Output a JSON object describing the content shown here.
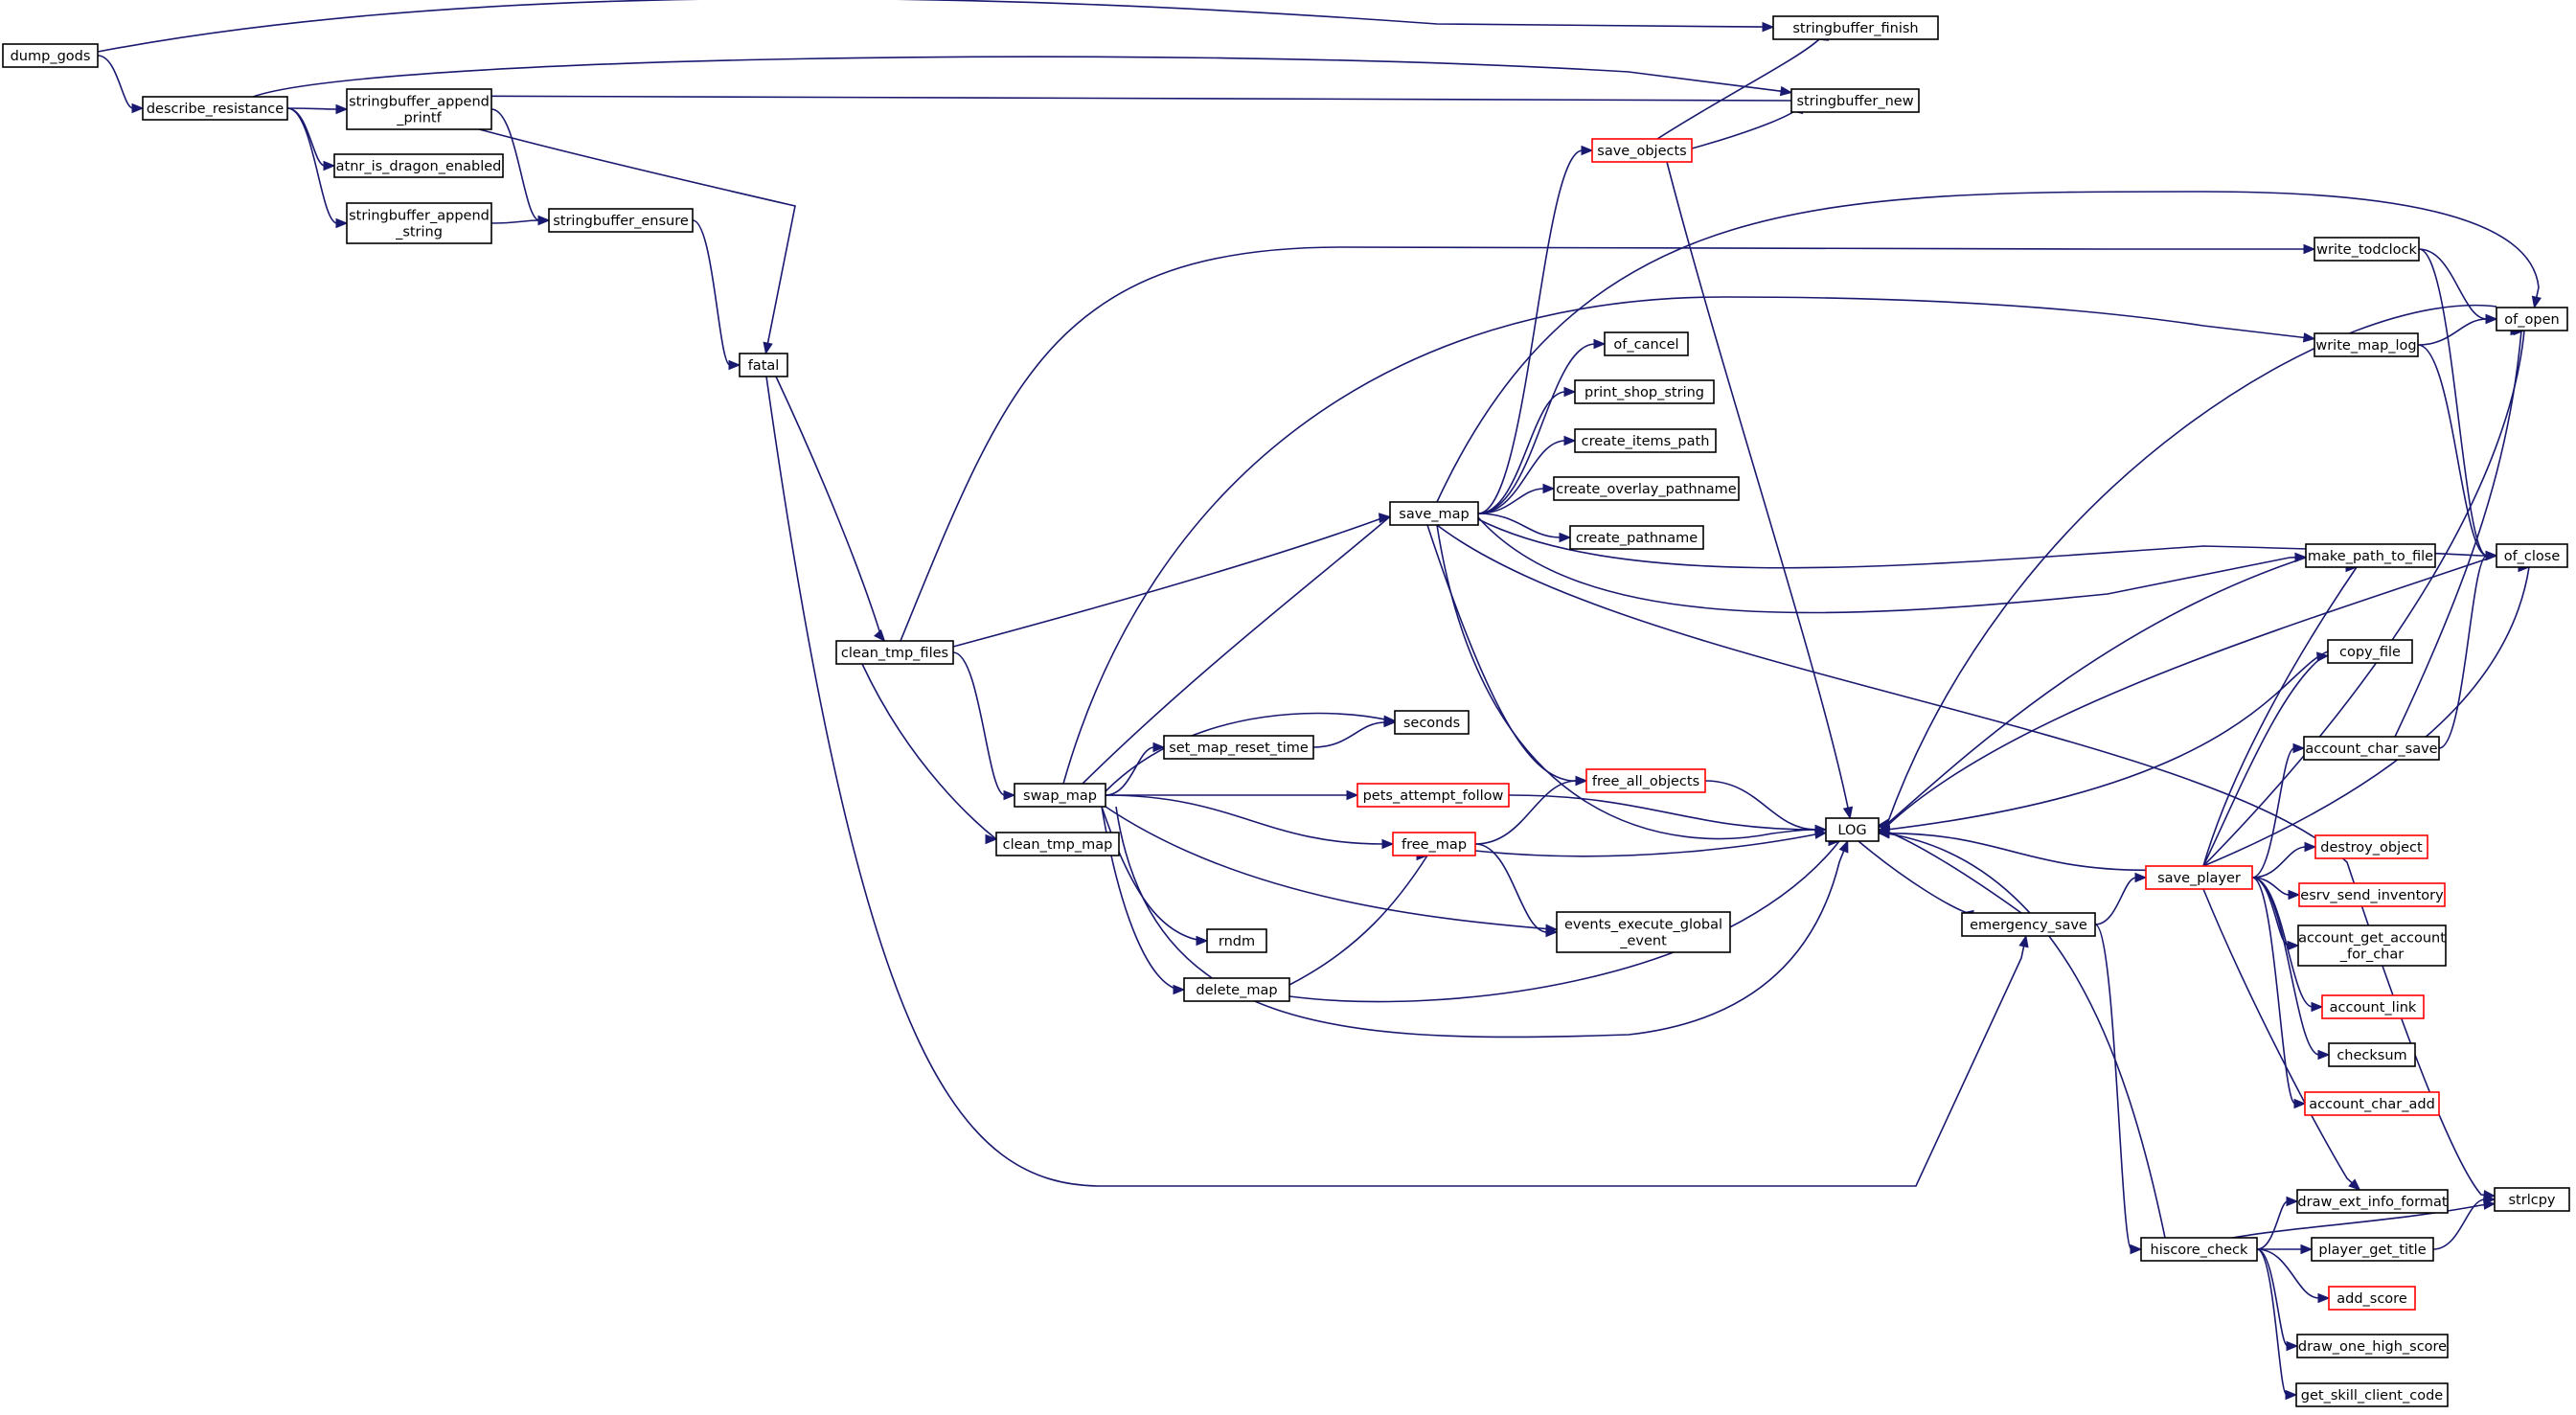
{
  "colors": {
    "edge": "#191970",
    "node_border": "#000000",
    "node_border_truncated": "#ff0000",
    "root_fill": "#bfbfbf",
    "node_fill": "#ffffff"
  },
  "nodes": {
    "dump_gods": {
      "lines": [
        "dump_gods"
      ],
      "style": "root"
    },
    "describe_resistance": {
      "lines": [
        "describe_resistance"
      ],
      "style": "normal"
    },
    "stringbuffer_finish": {
      "lines": [
        "stringbuffer_finish"
      ],
      "style": "normal"
    },
    "stringbuffer_new": {
      "lines": [
        "stringbuffer_new"
      ],
      "style": "normal"
    },
    "stringbuffer_append_printf": {
      "lines": [
        "stringbuffer_append",
        "_printf"
      ],
      "style": "normal"
    },
    "atnr_is_dragon_enabled": {
      "lines": [
        "atnr_is_dragon_enabled"
      ],
      "style": "normal"
    },
    "stringbuffer_append_string": {
      "lines": [
        "stringbuffer_append",
        "_string"
      ],
      "style": "normal"
    },
    "stringbuffer_ensure": {
      "lines": [
        "stringbuffer_ensure"
      ],
      "style": "normal"
    },
    "fatal": {
      "lines": [
        "fatal"
      ],
      "style": "normal"
    },
    "clean_tmp_files": {
      "lines": [
        "clean_tmp_files"
      ],
      "style": "normal"
    },
    "swap_map": {
      "lines": [
        "swap_map"
      ],
      "style": "normal"
    },
    "clean_tmp_map": {
      "lines": [
        "clean_tmp_map"
      ],
      "style": "normal"
    },
    "save_objects": {
      "lines": [
        "save_objects"
      ],
      "style": "truncated"
    },
    "save_map": {
      "lines": [
        "save_map"
      ],
      "style": "normal"
    },
    "of_cancel": {
      "lines": [
        "of_cancel"
      ],
      "style": "normal"
    },
    "print_shop_string": {
      "lines": [
        "print_shop_string"
      ],
      "style": "normal"
    },
    "create_items_path": {
      "lines": [
        "create_items_path"
      ],
      "style": "normal"
    },
    "create_overlay_pathname": {
      "lines": [
        "create_overlay_pathname"
      ],
      "style": "normal"
    },
    "create_pathname": {
      "lines": [
        "create_pathname"
      ],
      "style": "normal"
    },
    "seconds": {
      "lines": [
        "seconds"
      ],
      "style": "normal"
    },
    "set_map_reset_time": {
      "lines": [
        "set_map_reset_time"
      ],
      "style": "normal"
    },
    "pets_attempt_follow": {
      "lines": [
        "pets_attempt_follow"
      ],
      "style": "truncated"
    },
    "free_all_objects": {
      "lines": [
        "free_all_objects"
      ],
      "style": "truncated"
    },
    "free_map": {
      "lines": [
        "free_map"
      ],
      "style": "truncated"
    },
    "events_execute_global_event": {
      "lines": [
        "events_execute_global",
        "_event"
      ],
      "style": "normal"
    },
    "rndm": {
      "lines": [
        "rndm"
      ],
      "style": "normal"
    },
    "delete_map": {
      "lines": [
        "delete_map"
      ],
      "style": "normal"
    },
    "LOG": {
      "lines": [
        "LOG"
      ],
      "style": "normal"
    },
    "emergency_save": {
      "lines": [
        "emergency_save"
      ],
      "style": "normal"
    },
    "write_todclock": {
      "lines": [
        "write_todclock"
      ],
      "style": "normal"
    },
    "write_map_log": {
      "lines": [
        "write_map_log"
      ],
      "style": "normal"
    },
    "of_open": {
      "lines": [
        "of_open"
      ],
      "style": "normal"
    },
    "of_close": {
      "lines": [
        "of_close"
      ],
      "style": "normal"
    },
    "make_path_to_file": {
      "lines": [
        "make_path_to_file"
      ],
      "style": "normal"
    },
    "copy_file": {
      "lines": [
        "copy_file"
      ],
      "style": "normal"
    },
    "account_char_save": {
      "lines": [
        "account_char_save"
      ],
      "style": "normal"
    },
    "save_player": {
      "lines": [
        "save_player"
      ],
      "style": "truncated"
    },
    "destroy_object": {
      "lines": [
        "destroy_object"
      ],
      "style": "truncated"
    },
    "esrv_send_inventory": {
      "lines": [
        "esrv_send_inventory"
      ],
      "style": "truncated"
    },
    "account_get_account_for_char": {
      "lines": [
        "account_get_account",
        "_for_char"
      ],
      "style": "normal"
    },
    "account_link": {
      "lines": [
        "account_link"
      ],
      "style": "truncated"
    },
    "checksum": {
      "lines": [
        "checksum"
      ],
      "style": "normal"
    },
    "account_char_add": {
      "lines": [
        "account_char_add"
      ],
      "style": "truncated"
    },
    "strlcpy": {
      "lines": [
        "strlcpy"
      ],
      "style": "normal"
    },
    "draw_ext_info_format": {
      "lines": [
        "draw_ext_info_format"
      ],
      "style": "normal"
    },
    "hiscore_check": {
      "lines": [
        "hiscore_check"
      ],
      "style": "normal"
    },
    "player_get_title": {
      "lines": [
        "player_get_title"
      ],
      "style": "normal"
    },
    "add_score": {
      "lines": [
        "add_score"
      ],
      "style": "truncated"
    },
    "draw_one_high_score": {
      "lines": [
        "draw_one_high_score"
      ],
      "style": "normal"
    },
    "get_skill_client_code": {
      "lines": [
        "get_skill_client_code"
      ],
      "style": "normal"
    }
  },
  "edges": [
    [
      "dump_gods",
      "describe_resistance"
    ],
    [
      "dump_gods",
      "stringbuffer_finish"
    ],
    [
      "describe_resistance",
      "stringbuffer_new"
    ],
    [
      "describe_resistance",
      "stringbuffer_append_printf"
    ],
    [
      "describe_resistance",
      "atnr_is_dragon_enabled"
    ],
    [
      "describe_resistance",
      "stringbuffer_append_string"
    ],
    [
      "stringbuffer_append_printf",
      "stringbuffer_ensure"
    ],
    [
      "stringbuffer_append_string",
      "stringbuffer_ensure"
    ],
    [
      "stringbuffer_ensure",
      "fatal"
    ],
    [
      "stringbuffer_new",
      "fatal"
    ],
    [
      "fatal",
      "clean_tmp_files"
    ],
    [
      "fatal",
      "emergency_save"
    ],
    [
      "clean_tmp_files",
      "save_map"
    ],
    [
      "clean_tmp_files",
      "swap_map"
    ],
    [
      "clean_tmp_files",
      "clean_tmp_map"
    ],
    [
      "clean_tmp_files",
      "write_todclock"
    ],
    [
      "swap_map",
      "save_map"
    ],
    [
      "swap_map",
      "seconds"
    ],
    [
      "swap_map",
      "set_map_reset_time"
    ],
    [
      "swap_map",
      "pets_attempt_follow"
    ],
    [
      "swap_map",
      "free_map"
    ],
    [
      "swap_map",
      "events_execute_global_event"
    ],
    [
      "swap_map",
      "rndm"
    ],
    [
      "swap_map",
      "delete_map"
    ],
    [
      "swap_map",
      "LOG"
    ],
    [
      "swap_map",
      "write_map_log"
    ],
    [
      "set_map_reset_time",
      "seconds"
    ],
    [
      "save_map",
      "save_objects"
    ],
    [
      "save_map",
      "of_open"
    ],
    [
      "save_map",
      "of_cancel"
    ],
    [
      "save_map",
      "print_shop_string"
    ],
    [
      "save_map",
      "create_items_path"
    ],
    [
      "save_map",
      "create_overlay_pathname"
    ],
    [
      "save_map",
      "create_pathname"
    ],
    [
      "save_map",
      "of_close"
    ],
    [
      "save_map",
      "make_path_to_file"
    ],
    [
      "save_map",
      "free_all_objects"
    ],
    [
      "save_map",
      "LOG"
    ],
    [
      "save_map",
      "strlcpy"
    ],
    [
      "save_objects",
      "stringbuffer_finish"
    ],
    [
      "save_objects",
      "stringbuffer_new"
    ],
    [
      "save_objects",
      "LOG"
    ],
    [
      "pets_attempt_follow",
      "LOG"
    ],
    [
      "free_all_objects",
      "LOG"
    ],
    [
      "free_map",
      "free_all_objects"
    ],
    [
      "free_map",
      "LOG"
    ],
    [
      "free_map",
      "events_execute_global_event"
    ],
    [
      "delete_map",
      "free_map"
    ],
    [
      "delete_map",
      "LOG"
    ],
    [
      "LOG",
      "emergency_save"
    ],
    [
      "emergency_save",
      "LOG"
    ],
    [
      "emergency_save",
      "save_player"
    ],
    [
      "emergency_save",
      "hiscore_check"
    ],
    [
      "write_todclock",
      "of_open"
    ],
    [
      "write_todclock",
      "of_close"
    ],
    [
      "write_map_log",
      "of_open"
    ],
    [
      "write_map_log",
      "of_close"
    ],
    [
      "of_open",
      "LOG"
    ],
    [
      "of_close",
      "LOG"
    ],
    [
      "make_path_to_file",
      "LOG"
    ],
    [
      "copy_file",
      "LOG"
    ],
    [
      "save_player",
      "LOG"
    ],
    [
      "save_player",
      "make_path_to_file"
    ],
    [
      "save_player",
      "copy_file"
    ],
    [
      "save_player",
      "account_char_save"
    ],
    [
      "save_player",
      "of_open"
    ],
    [
      "save_player",
      "of_close"
    ],
    [
      "save_player",
      "destroy_object"
    ],
    [
      "save_player",
      "esrv_send_inventory"
    ],
    [
      "save_player",
      "account_get_account_for_char"
    ],
    [
      "save_player",
      "account_link"
    ],
    [
      "save_player",
      "checksum"
    ],
    [
      "save_player",
      "account_char_add"
    ],
    [
      "save_player",
      "draw_ext_info_format"
    ],
    [
      "account_char_save",
      "of_open"
    ],
    [
      "account_char_save",
      "of_close"
    ],
    [
      "hiscore_check",
      "LOG"
    ],
    [
      "hiscore_check",
      "draw_ext_info_format"
    ],
    [
      "hiscore_check",
      "player_get_title"
    ],
    [
      "hiscore_check",
      "add_score"
    ],
    [
      "hiscore_check",
      "draw_one_high_score"
    ],
    [
      "hiscore_check",
      "get_skill_client_code"
    ],
    [
      "hiscore_check",
      "strlcpy"
    ],
    [
      "player_get_title",
      "strlcpy"
    ]
  ]
}
